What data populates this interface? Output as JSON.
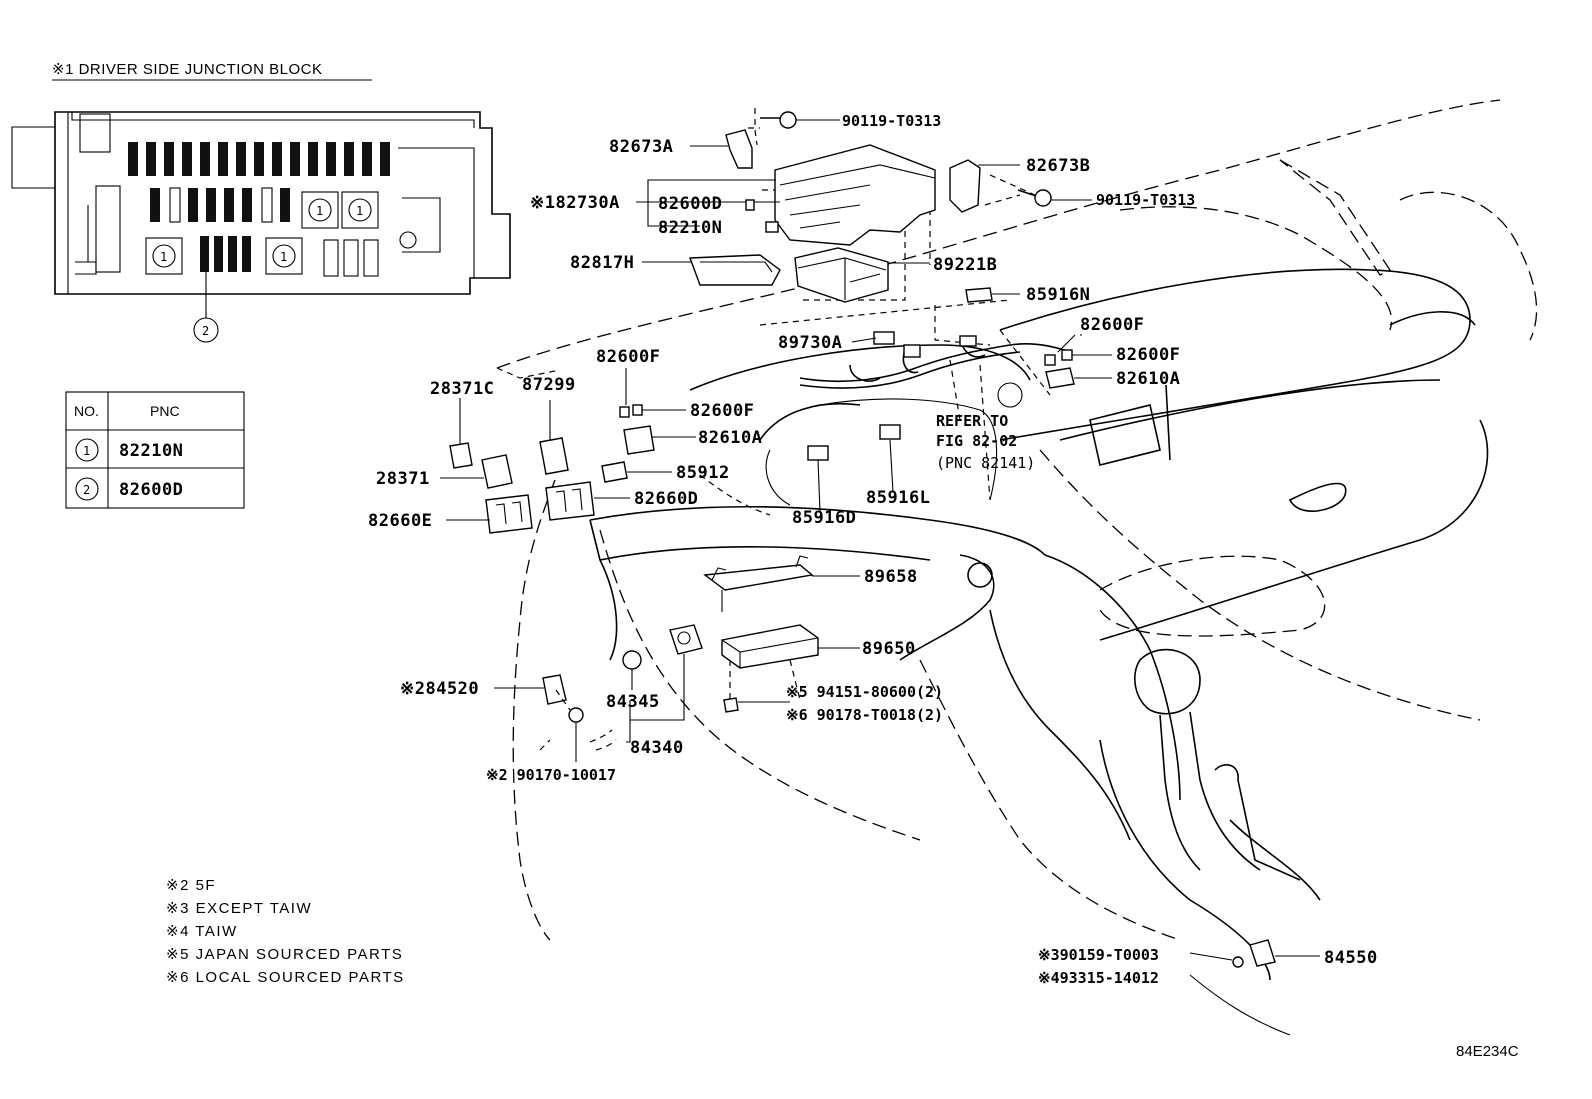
{
  "junction_block": {
    "title": "※1 DRIVER SIDE JUNCTION BLOCK",
    "callout_1": "1",
    "callout_2": "2"
  },
  "pnc_table": {
    "col_no": "NO.",
    "col_pnc": "PNC",
    "rows": [
      {
        "no": "1",
        "pnc": "82210N"
      },
      {
        "no": "2",
        "pnc": "82600D"
      }
    ]
  },
  "labels": {
    "p90119_top": "90119-T0313",
    "p82673a": "82673A",
    "p82673b": "82673B",
    "p90119_right": "90119-T0313",
    "p82730a": "※182730A",
    "p82600d": "82600D",
    "p82210n": "82210N",
    "p82817h": "82817H",
    "p89221b": "89221B",
    "p85916n": "85916N",
    "p82600f_r1": "82600F",
    "p89730a": "89730A",
    "p82600f_r2": "82600F",
    "p82610a_r": "82610A",
    "p82600f_top": "82600F",
    "p28371c": "28371C",
    "p87299": "87299",
    "p82600f_mid": "82600F",
    "p82610a_mid": "82610A",
    "refer1": "REFER TO",
    "refer2": "FIG 82-02",
    "refer3": "(PNC 82141)",
    "p28371": "28371",
    "p85912": "85912",
    "p82660d": "82660D",
    "p85916l": "85916L",
    "p82660e": "82660E",
    "p85916d": "85916D",
    "p89658": "89658",
    "p89650": "89650",
    "p84520": "※284520",
    "p84345": "84345",
    "p94151": "※5 94151-80600(2)",
    "p90178": "※6 90178-T0018(2)",
    "p84340": "84340",
    "p90170": "※2 90170-10017",
    "p90159": "※390159-T0003",
    "p93315": "※493315-14012",
    "p84550": "84550",
    "figure_code": "84E234C"
  },
  "notes": [
    "※2 5F",
    "※3 EXCEPT TAIW",
    "※4 TAIW",
    "※5 JAPAN SOURCED PARTS",
    "※6 LOCAL SOURCED PARTS"
  ]
}
